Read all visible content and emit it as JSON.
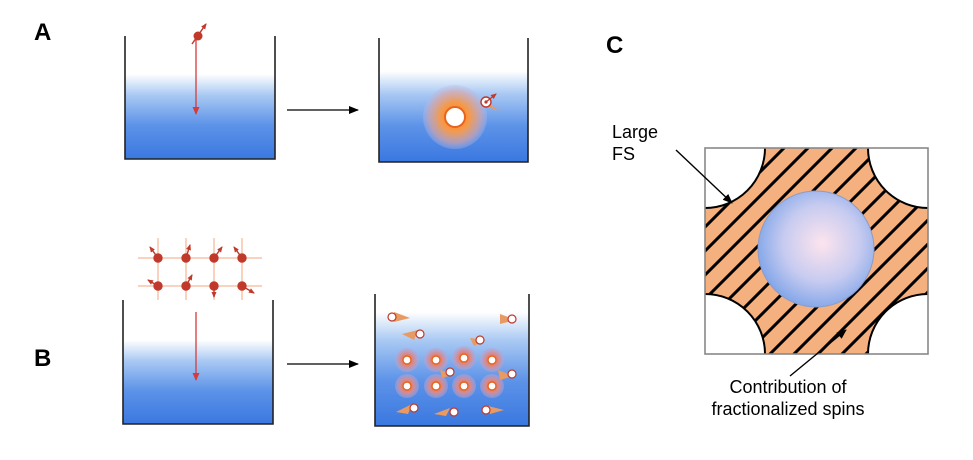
{
  "panels": {
    "a": {
      "label": "A"
    },
    "b": {
      "label": "B"
    },
    "c": {
      "label": "C"
    }
  },
  "annotations": {
    "large_fs_line1": "Large",
    "large_fs_line2": "FS",
    "contribution_line1": "Contribution of",
    "contribution_line2": "fractionalized spins"
  },
  "colors": {
    "water_top": "#ffffff",
    "water_bottom": "#3a78e0",
    "spin": "#c0392b",
    "lattice_line": "#f4a582",
    "hatch_fill": "#f4b07e",
    "hatch_stroke": "#000000",
    "fermi_sphere_center": "#fde4ee",
    "fermi_sphere_edge": "#7aa2e8",
    "box_border": "#888888"
  }
}
